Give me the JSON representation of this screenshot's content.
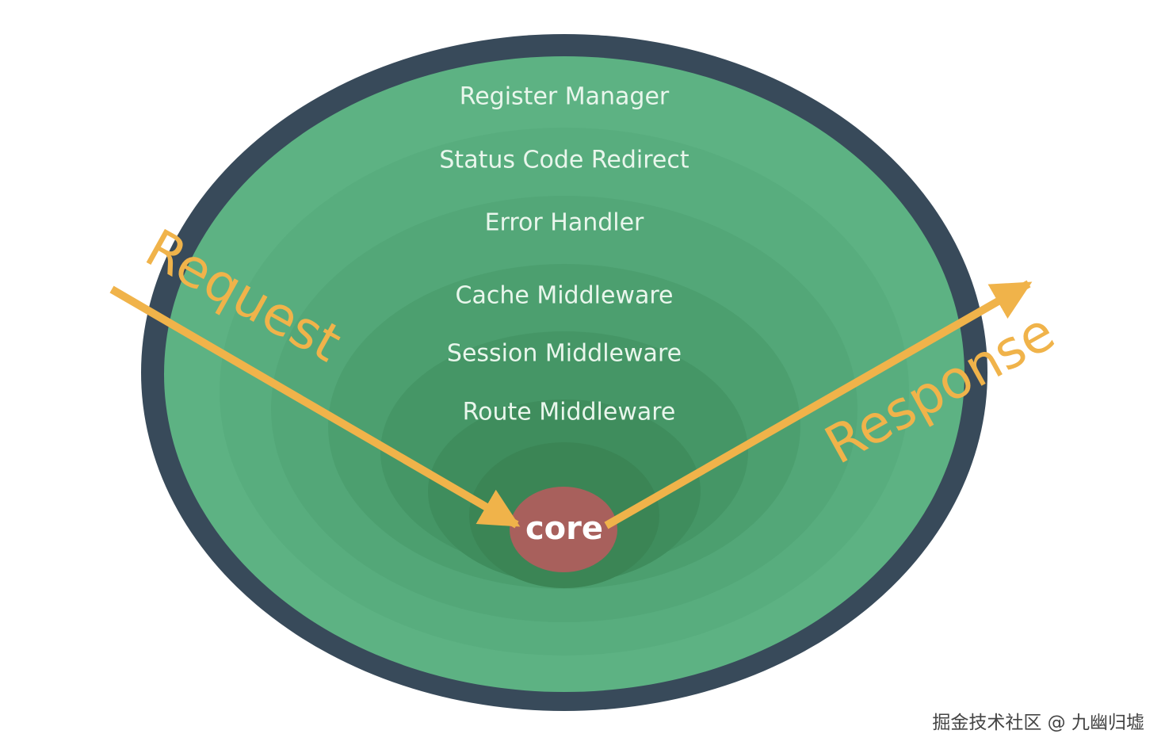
{
  "diagram": {
    "layers": [
      "Register Manager",
      "Status Code Redirect",
      "Error Handler",
      "Cache Middleware",
      "Session Middleware",
      "Route Middleware"
    ],
    "core_label": "core",
    "request_label": "Request",
    "response_label": "Response",
    "colors": {
      "outer_ring": "#384a5a",
      "layer_outer": "#5db283",
      "layer_inner": "#3d8756",
      "core": "#a8605c",
      "arrow": "#f0b34a",
      "label_text": "#e9f6ec"
    }
  },
  "watermark": "掘金技术社区 @ 九幽归墟"
}
